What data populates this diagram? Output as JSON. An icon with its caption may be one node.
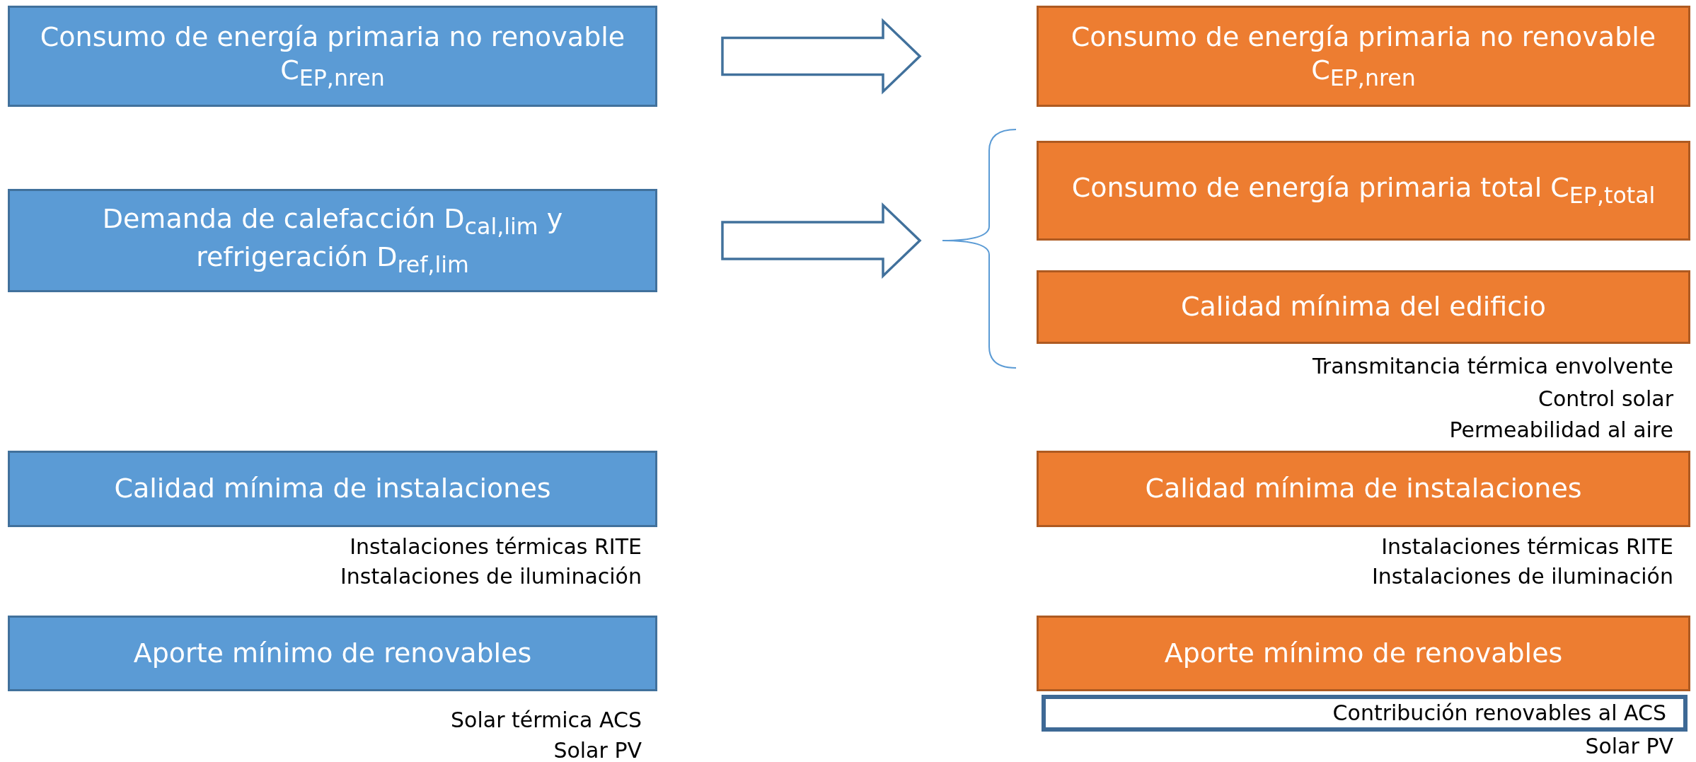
{
  "diagram": {
    "nodes": [
      {
        "text": [
          "Consumo de energía primaria no renovable C$_{EP,nren}$"
        ]
      },
      {
        "text": [
          "Demanda de calefacción D$_{cal,lim}$  y refrigeración D$_{ref,lim}$"
        ]
      },
      {
        "text": [
          "Calidad mínima de instalaciones"
        ],
        "beside": [
          "Instalaciones térmicas RITE",
          "Instalaciones de iluminación"
        ]
      },
      {
        "text": [
          "Aporte mínimo de renovables"
        ],
        "beside": [
          "Solar térmica ACS",
          "Solar PV"
        ]
      },
      {
        "text": [
          "Consumo de energía primaria no renovable C$_{EP,nren}$"
        ]
      },
      {
        "text": [
          "Consumo de energía primaria total C$_{EP,total}$"
        ]
      },
      {
        "text": [
          "Calidad mínima del edificio"
        ],
        "beside": [
          "Transmitancia térmica envolvente",
          "Control solar",
          "Permeabilidad al aire"
        ]
      },
      {
        "text": [
          "Calidad mínima de instalaciones"
        ],
        "beside": [
          "Instalaciones térmicas RITE",
          "Instalaciones de iluminación"
        ]
      },
      {
        "text": [
          "Aporte mínimo de renovables"
        ]
      },
      {
        "text": [
          "Contribución renovables al ACS"
        ],
        "beside": [
          "Solar PV"
        ]
      }
    ],
    "edges": [
      {
        "from": 0,
        "to": 4,
        "arrow": "to"
      },
      {
        "from": 1,
        "to": 5,
        "arrow": "to"
      },
      {
        "from": 1,
        "to": 6,
        "arrow": "to"
      }
    ]
  }
}
